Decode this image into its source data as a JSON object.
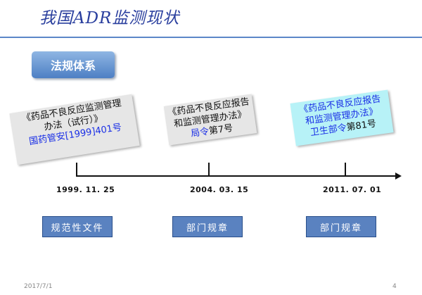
{
  "slide": {
    "title": "我国ADR监测现状",
    "section_label": "法规体系",
    "footer_date": "2017/7/1",
    "page_number": "4"
  },
  "timeline": {
    "events": [
      {
        "line1": "《药品不良反应监测管理",
        "line2": "办法（试行）》",
        "ref_prefix": "国药管安",
        "ref_number": "[1999]401号",
        "date": "1999. 11. 25",
        "category": "规范性文件"
      },
      {
        "line1": "《药品不良反应报告",
        "line2": "和监测管理办法》",
        "ref_prefix": "局令",
        "ref_number": "第7号",
        "date": "2004. 03. 15",
        "category": "部门规章"
      },
      {
        "line1": "《药品不良反应报告",
        "line2": "和监测管理办法》",
        "ref_prefix": "卫生部令",
        "ref_number": "第81号",
        "date": "2011. 07. 01",
        "category": "部门规章"
      }
    ]
  },
  "colors": {
    "title": "#2a3f9e",
    "badge": "#5a82c0",
    "highlight_card": "#b7f2f7",
    "ref_blue": "#1a2fe6"
  }
}
